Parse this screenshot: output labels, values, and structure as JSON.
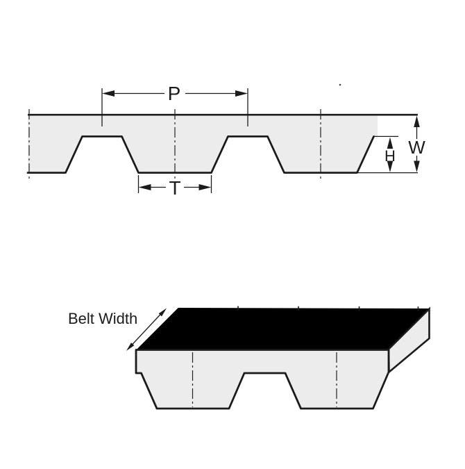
{
  "diagram": {
    "description": "Timing belt dimensional drawing with tooth profile cross-section and 3D perspective view",
    "cross_section": {
      "labels": {
        "pitch": "P",
        "tooth_width": "T",
        "tooth_height": "H",
        "belt_thickness": "W"
      }
    },
    "perspective_view": {
      "belt_width_label": "Belt Width"
    },
    "colors": {
      "outline": "#1b1b1b",
      "belt_fill": "#ececec",
      "top_face_fill": "#000000",
      "background": "#ffffff"
    }
  }
}
